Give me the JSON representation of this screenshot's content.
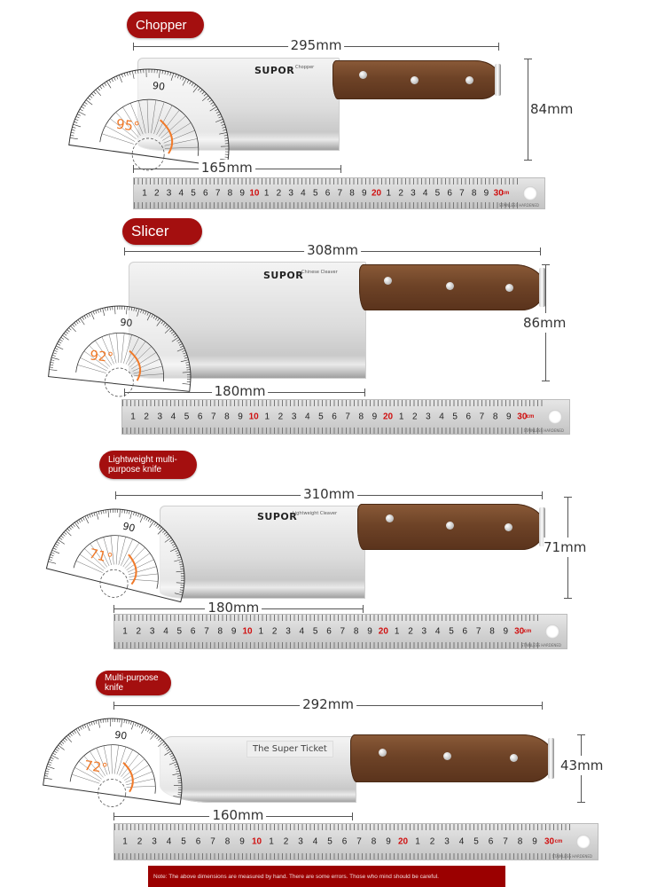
{
  "ruler_numbers": [
    "1",
    "2",
    "3",
    "4",
    "5",
    "6",
    "7",
    "8",
    "9",
    "10",
    "1",
    "2",
    "3",
    "4",
    "5",
    "6",
    "7",
    "8",
    "9",
    "20",
    "1",
    "2",
    "3",
    "4",
    "5",
    "6",
    "7",
    "8",
    "9",
    "30"
  ],
  "ruler_unit": "cm",
  "ruler_stamp": "STAINLESS HARDENED",
  "brand": "SUPOR",
  "protractor_mark": "90",
  "knives": [
    {
      "label": "Chopper",
      "length": "295mm",
      "height": "84mm",
      "blade_length": "165mm",
      "angle": "95°",
      "model": "Chopper"
    },
    {
      "label": "Slicer",
      "length": "308mm",
      "height": "86mm",
      "blade_length": "180mm",
      "angle": "92°",
      "model": "Chinese Cleaver"
    },
    {
      "label": "Lightweight multi-purpose knife",
      "length": "310mm",
      "height": "71mm",
      "blade_length": "180mm",
      "angle": "71°",
      "model": "Lightweight Cleaver"
    },
    {
      "label": "Multi-purpose knife",
      "length": "292mm",
      "height": "43mm",
      "blade_length": "160mm",
      "angle": "72°",
      "sticker": "The Super Ticket"
    }
  ],
  "note": "Note: The above dimensions are measured by hand. There are some errors. Those who mind should be careful.",
  "colors": {
    "accent": "#a40f0f",
    "angle": "#f07a2a",
    "note_bg": "#9b0000"
  }
}
